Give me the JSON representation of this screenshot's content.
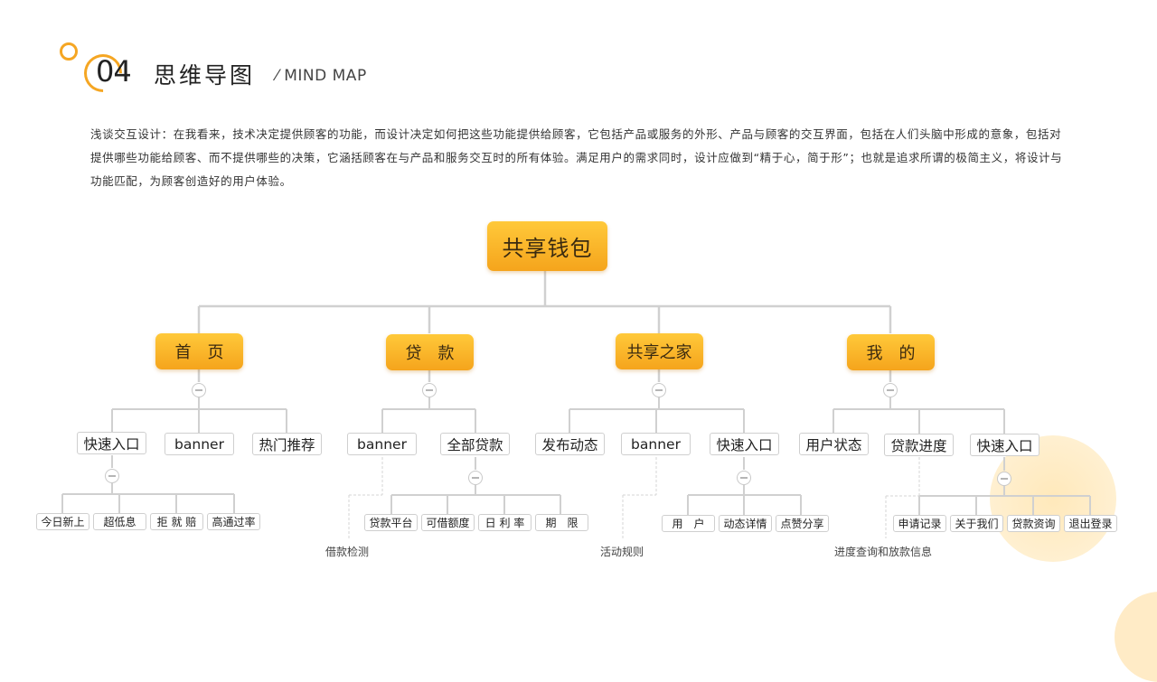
{
  "header": {
    "number": "04",
    "title": "思维导图",
    "subtitle": "MIND MAP",
    "description": "浅谈交互设计：在我看来，技术决定提供顾客的功能，而设计决定如何把这些功能提供给顾客，它包括产品或服务的外形、产品与顾客的交互界面，包括在人们头脑中形成的意象，包括对提供哪些功能给顾客、而不提供哪些的决策，它涵括顾客在与产品和服务交互时的所有体验。满足用户的需求同时，设计应做到“精于心，简于形”；也就是追求所谓的极简主义，将设计与功能匹配，为顾客创造好的用户体验。"
  },
  "mindmap": {
    "root": "共享钱包",
    "branches": [
      {
        "label": "首　页",
        "children": [
          {
            "label": "快速入口",
            "children": [
              "今日新上",
              "超低息",
              "拒 就 赔",
              "高通过率"
            ]
          },
          {
            "label": "banner"
          },
          {
            "label": "热门推荐"
          }
        ]
      },
      {
        "label": "贷　款",
        "children": [
          {
            "label": "banner",
            "note": "借款检测"
          },
          {
            "label": "全部贷款",
            "children": [
              "贷款平台",
              "可借额度",
              "日 利 率",
              "期　限"
            ]
          }
        ]
      },
      {
        "label": "共享之家",
        "children": [
          {
            "label": "发布动态"
          },
          {
            "label": "banner",
            "note": "活动规则"
          },
          {
            "label": "快速入口",
            "children": [
              "用　户",
              "动态详情",
              "点赞分享"
            ]
          }
        ]
      },
      {
        "label": "我　的",
        "children": [
          {
            "label": "用户状态"
          },
          {
            "label": "贷款进度",
            "note": "进度查询和放款信息"
          },
          {
            "label": "快速入口",
            "children": [
              "申请记录",
              "关于我们",
              "贷款资询",
              "退出登录"
            ]
          }
        ]
      }
    ]
  },
  "colors": {
    "accent": "#f5a623",
    "node_gradient_top": "#ffc93a",
    "node_gradient_bottom": "#f5a41c",
    "line": "#d0d0d0"
  },
  "icons": {
    "collapse": "minus-circle-icon",
    "decoration": "ring-icon"
  }
}
